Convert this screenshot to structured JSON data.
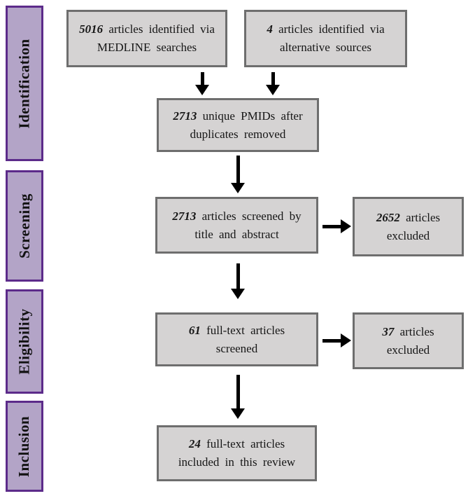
{
  "sidebar": {
    "stages": [
      {
        "label": "Identification"
      },
      {
        "label": "Screening"
      },
      {
        "label": "Eligibility"
      },
      {
        "label": "Inclusion"
      }
    ]
  },
  "flow": {
    "medline": {
      "number": "5016",
      "line1": "articles identified via",
      "line2": "MEDLINE searches"
    },
    "alternative": {
      "number": "4",
      "line1": "articles identified via",
      "line2": "alternative sources"
    },
    "unique": {
      "number": "2713",
      "line1": "unique PMIDs after",
      "line2": "duplicates removed"
    },
    "screened": {
      "number": "2713",
      "line1": "articles screened by",
      "line2": "title and abstract"
    },
    "screened_excluded": {
      "number": "2652",
      "line1": "articles",
      "line2": "excluded"
    },
    "fulltext": {
      "number": "61",
      "line1": "full-text articles",
      "line2": "screened"
    },
    "fulltext_excluded": {
      "number": "37",
      "line1": "articles",
      "line2": "excluded"
    },
    "included": {
      "number": "24",
      "line1": "full-text articles",
      "line2": "included in this review"
    }
  },
  "colors": {
    "stage_fill": "#b3a4c7",
    "stage_border": "#5c2b8a",
    "box_fill": "#d5d3d3",
    "box_border": "#6e6e6e",
    "arrow": "#000000",
    "text": "#161616"
  }
}
